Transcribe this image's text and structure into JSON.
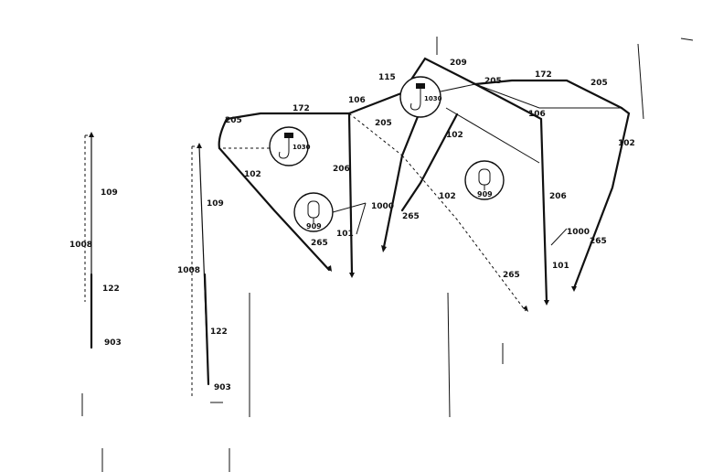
{
  "diagram": {
    "labels": {
      "l_205_a": "205",
      "l_172_a": "172",
      "l_106_a": "106",
      "l_115": "115",
      "l_209": "209",
      "l_205_b": "205",
      "l_172_b": "172",
      "l_205_c": "205",
      "l_1030_a": "1030",
      "l_1030_b": "1030",
      "l_205_d": "205",
      "l_106_b": "106",
      "l_102_a": "102",
      "l_102_b": "102",
      "l_102_c": "102",
      "l_102_d": "102",
      "l_206_a": "206",
      "l_206_b": "206",
      "l_909_a": "909",
      "l_909_b": "909",
      "l_1000_a": "1000",
      "l_1000_b": "1000",
      "l_101_a": "101",
      "l_101_b": "101",
      "l_265_a": "265",
      "l_265_b": "265",
      "l_265_c": "265",
      "l_265_d": "265",
      "l_109_a": "109",
      "l_109_b": "109",
      "l_1008_a": "1008",
      "l_1008_b": "1008",
      "l_122_a": "122",
      "l_122_b": "122",
      "l_903_a": "903",
      "l_903_b": "903"
    }
  }
}
